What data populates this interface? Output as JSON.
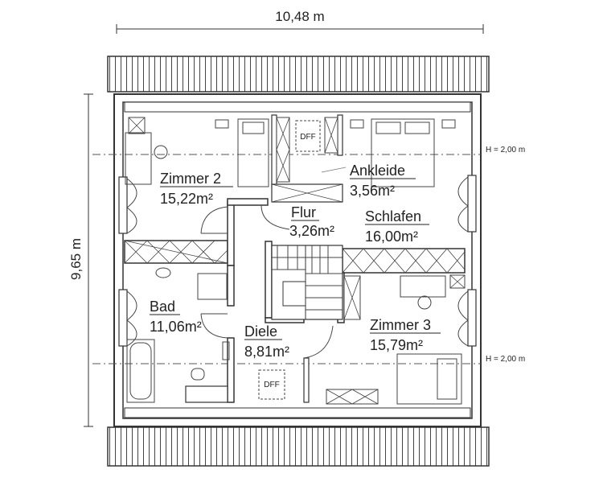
{
  "dimensions": {
    "width_label": "10,48 m",
    "height_label": "9,65 m"
  },
  "rooms": [
    {
      "name": "Zimmer 2",
      "area": "15,22m²"
    },
    {
      "name": "Ankleide",
      "area": "3,56m²"
    },
    {
      "name": "Flur",
      "area": "3,26m²"
    },
    {
      "name": "Schlafen",
      "area": "16,00m²"
    },
    {
      "name": "Bad",
      "area": "11,06m²"
    },
    {
      "name": "Diele",
      "area": "8,81m²"
    },
    {
      "name": "Zimmer 3",
      "area": "15,79m²"
    }
  ],
  "markers": {
    "dff_top": "DFF",
    "dff_bottom": "DFF",
    "height_top": "H = 2,00 m",
    "height_bottom": "H = 2,00 m"
  }
}
